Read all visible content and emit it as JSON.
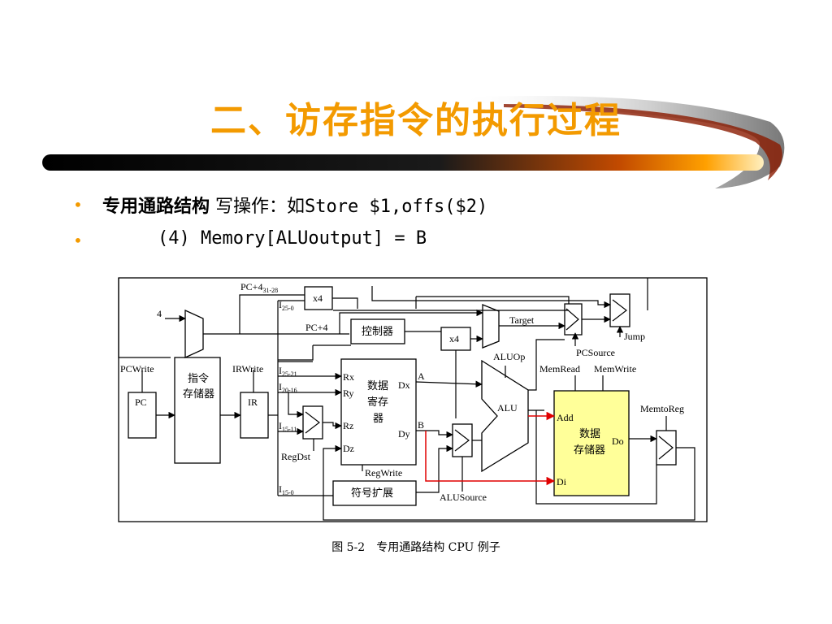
{
  "title": "二、访存指令的执行过程",
  "bullets": {
    "line1_bold": "专用通路结构",
    "line1_text": " 写操作：如",
    "line1_code": "Store $1,offs($2)",
    "line2": "(4) Memory[ALUoutput] = B"
  },
  "diagram": {
    "pc4_main": "PC+4",
    "pc4_sub": "31-28",
    "x4_top": "x4",
    "i_25_main": "I",
    "i_25_sub": "25-0",
    "const_4": "4",
    "target": "Target",
    "pc4_label": "PC+4",
    "controller": "控制器",
    "x4_mid": "x4",
    "jump": "Jump",
    "pcsource": "PCSource",
    "aluop": "ALUOp",
    "pcwrite": "PCWrite",
    "irwrite": "IRWrite",
    "i_2521_main": "I",
    "i_2521_sub": "25-21",
    "memread": "MemRead",
    "memwrite": "MemWrite",
    "pc": "PC",
    "instr_mem_1": "指令",
    "instr_mem_2": "存储器",
    "ir": "IR",
    "i_2016_main": "I",
    "i_2016_sub": "20-16",
    "rx": "Rx",
    "ry": "Ry",
    "rz": "Rz",
    "dz": "Dz",
    "dx": "Dx",
    "dy": "Dy",
    "reg_1": "数据",
    "reg_2": "寄存",
    "reg_3": "器",
    "port_a": "A",
    "port_b": "B",
    "alu": "ALU",
    "memtoreg": "MemtoReg",
    "add": "Add",
    "di": "Di",
    "do": "Do",
    "dmem_1": "数据",
    "dmem_2": "存储器",
    "i_1511_main": "I",
    "i_1511_sub": "15-11",
    "regdst": "RegDst",
    "regwrite": "RegWrite",
    "sign_ext": "符号扩展",
    "i_150_main": "I",
    "i_150_sub": "15-0",
    "alusource": "ALUSource"
  },
  "caption": "图 5-2　专用通路结构 CPU 例子",
  "colors": {
    "title": "#f39a00",
    "data_memory": "#ffff99",
    "highlight": "#e00000"
  }
}
